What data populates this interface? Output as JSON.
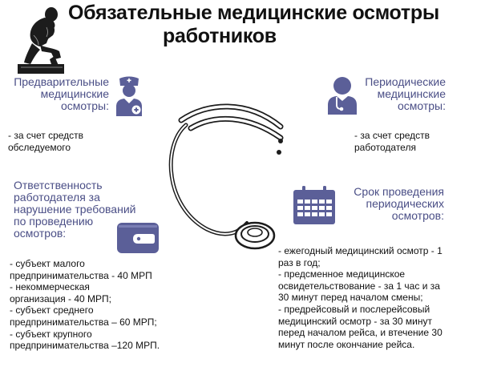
{
  "title": {
    "line1": "Обязательные медицинские осмотры",
    "line2": "работников"
  },
  "preliminary": {
    "heading": "Предварительные\nмедицинские\nосмотры:",
    "text": "- за счет средств\n  обследуемого"
  },
  "periodic": {
    "heading": "Периодические\nмедицинские\nосмотры:",
    "text": "- за счет средств\n  работодателя"
  },
  "responsibility": {
    "heading": "Ответственность\nработодателя за\nнарушение требований\nпо проведению\nосмотров:",
    "items": [
      "- субъект малого\nпредпринимательства - 40 МРП",
      "- некоммерческая\nорганизация - 40 МРП;",
      "- субъект среднего\nпредпринимательства – 60 МРП;",
      "- субъект крупного\nпредпринимательства –120 МРП."
    ]
  },
  "period": {
    "heading": "Срок проведения\nпериодических\nосмотров:",
    "items": [
      "- ежегодный медицинский осмотр - 1\nраз в    год;",
      "- предсменное медицинское\nосвидетельствование - за 1 час и за\n30 минут перед началом смены;",
      "- предрейсовый и послерейсовый\nмедицинский осмотр - за 30 минут\nперед началом рейса, и втечение 30\nминут после окончание рейса."
    ]
  },
  "icons": {
    "thinker": "thinker-statue-icon",
    "nurse": "nurse-icon",
    "doctor": "doctor-icon",
    "wallet": "wallet-icon",
    "calendar": "calendar-icon",
    "stethoscope": "stethoscope-icon"
  },
  "colors": {
    "accent": "#5b5f98",
    "heading": "#4a4e86"
  }
}
